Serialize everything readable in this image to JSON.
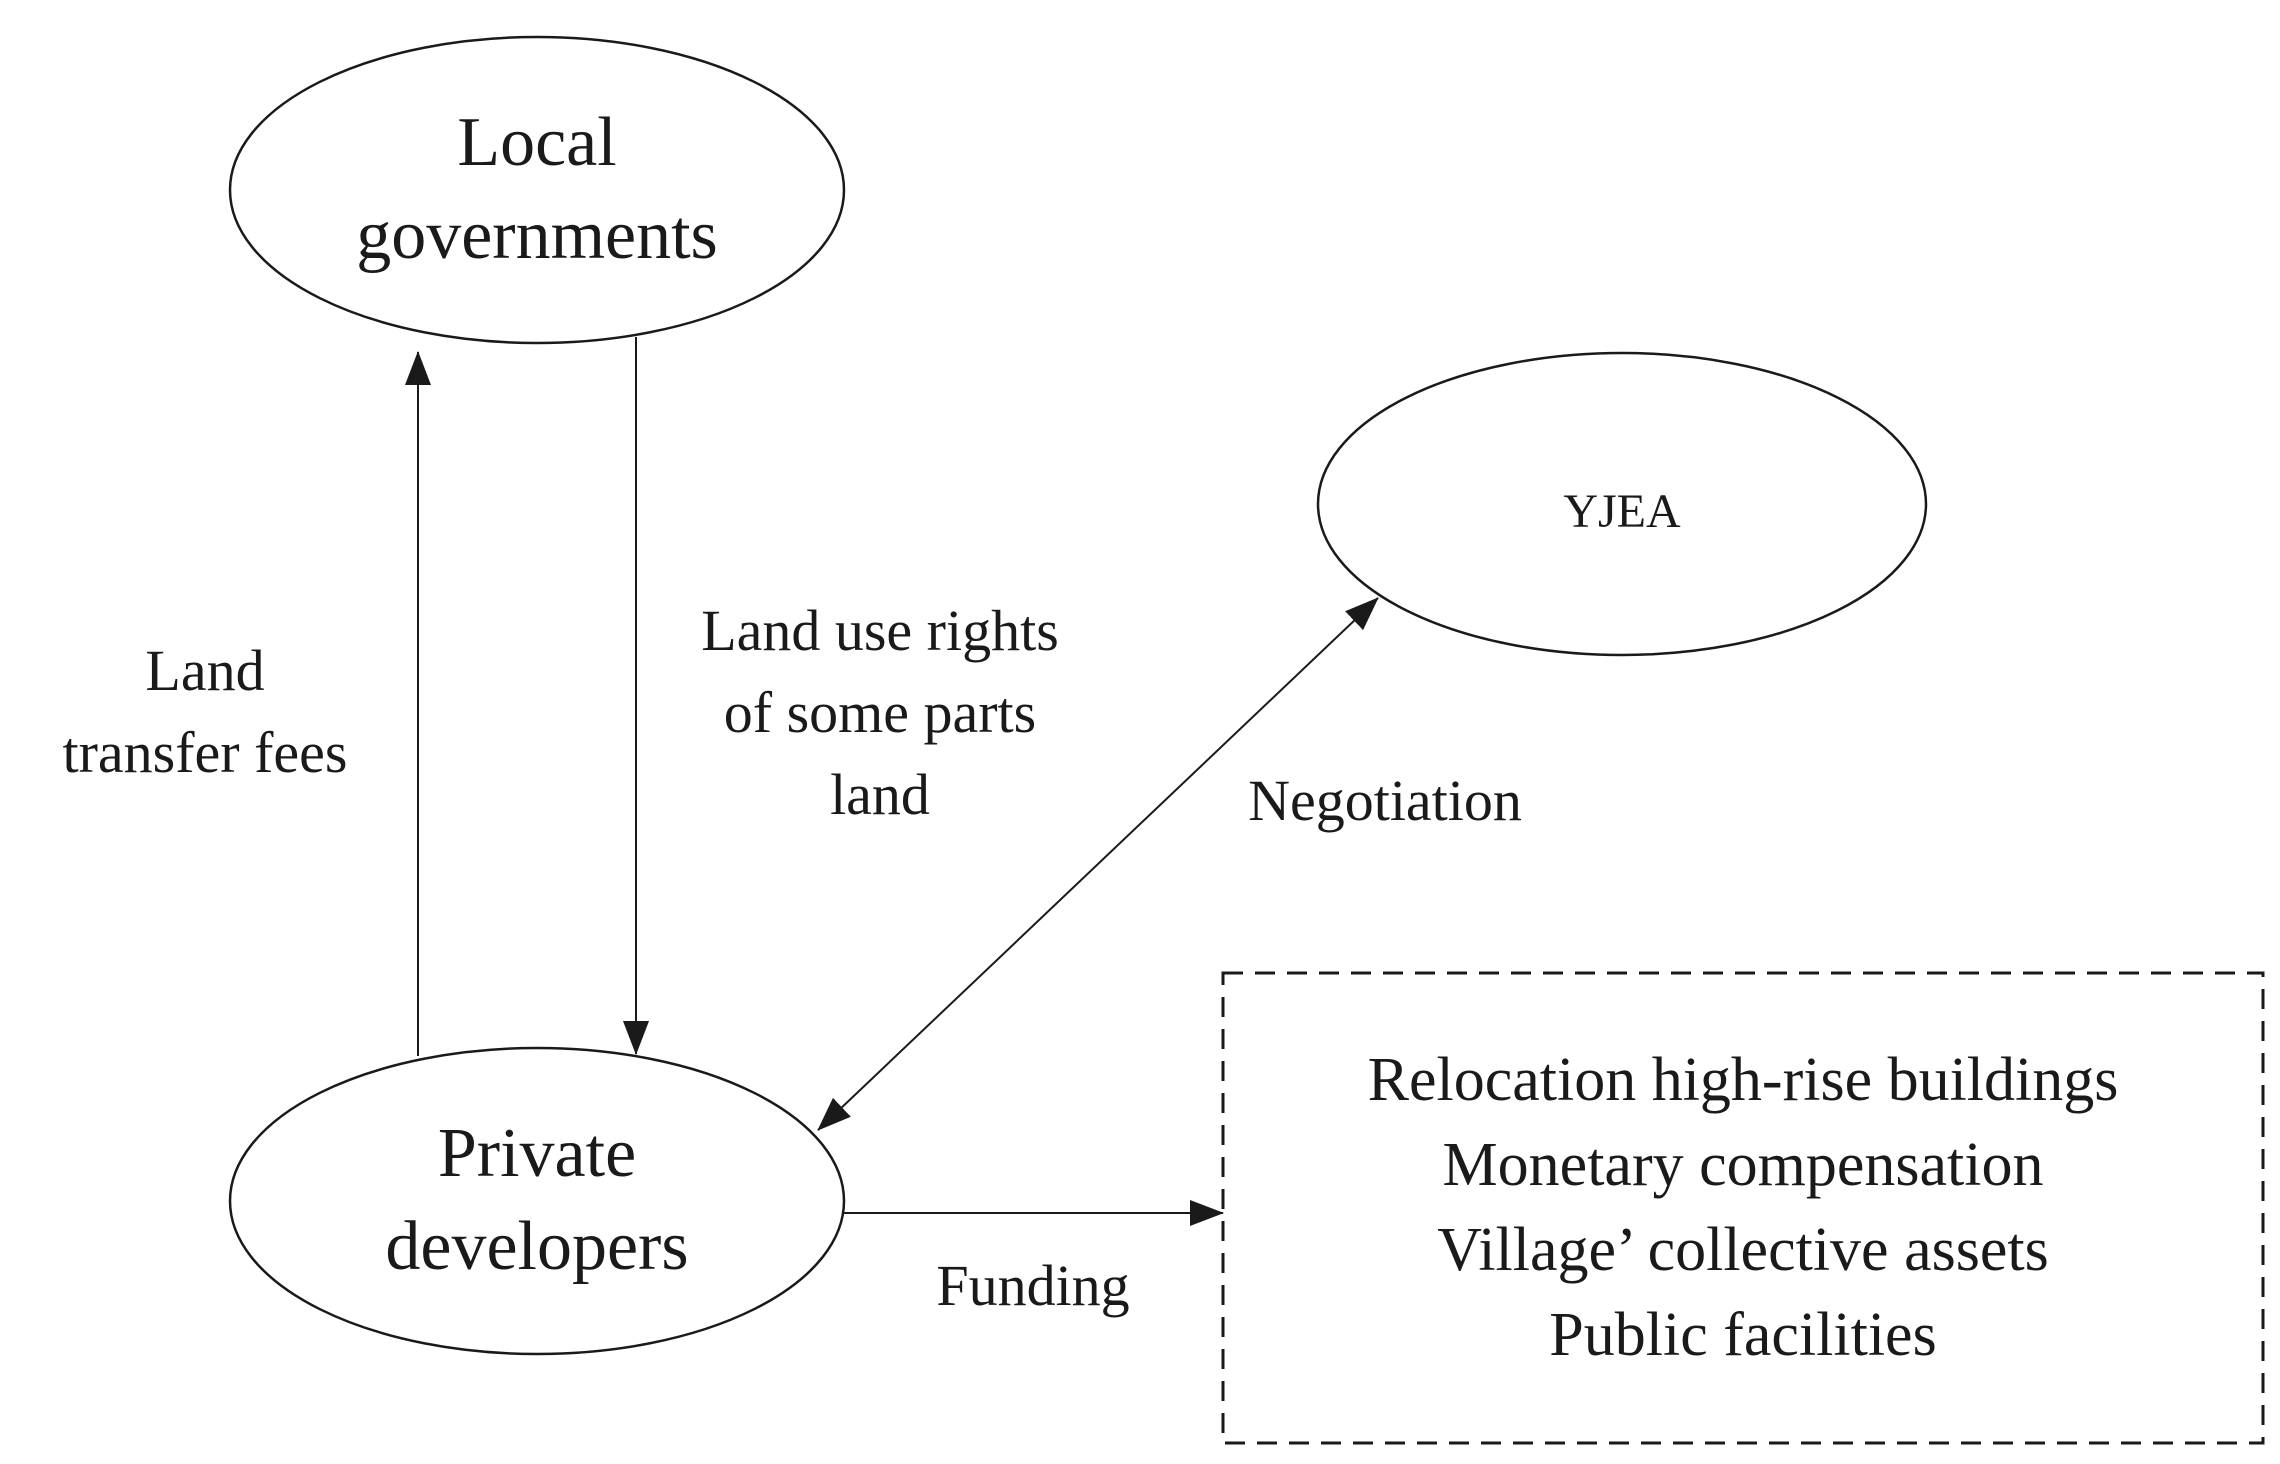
{
  "colors": {
    "stroke": "#1a1a1a",
    "text": "#1a1a1a",
    "background": "#ffffff"
  },
  "nodes": {
    "local_governments": {
      "line1": "Local",
      "line2": "governments"
    },
    "yjea": {
      "label": "YJEA"
    },
    "private_developers": {
      "line1": "Private",
      "line2": "developers"
    },
    "outcomes": {
      "items": [
        "Relocation high-rise buildings",
        "Monetary compensation",
        "Village’ collective assets",
        "Public facilities"
      ]
    }
  },
  "edges": {
    "land_transfer_fees": {
      "line1": "Land",
      "line2": "transfer fees"
    },
    "land_use_rights": {
      "line1": "Land use rights",
      "line2": "of some parts",
      "line3": "land"
    },
    "negotiation": {
      "label": "Negotiation"
    },
    "funding": {
      "label": "Funding"
    }
  }
}
